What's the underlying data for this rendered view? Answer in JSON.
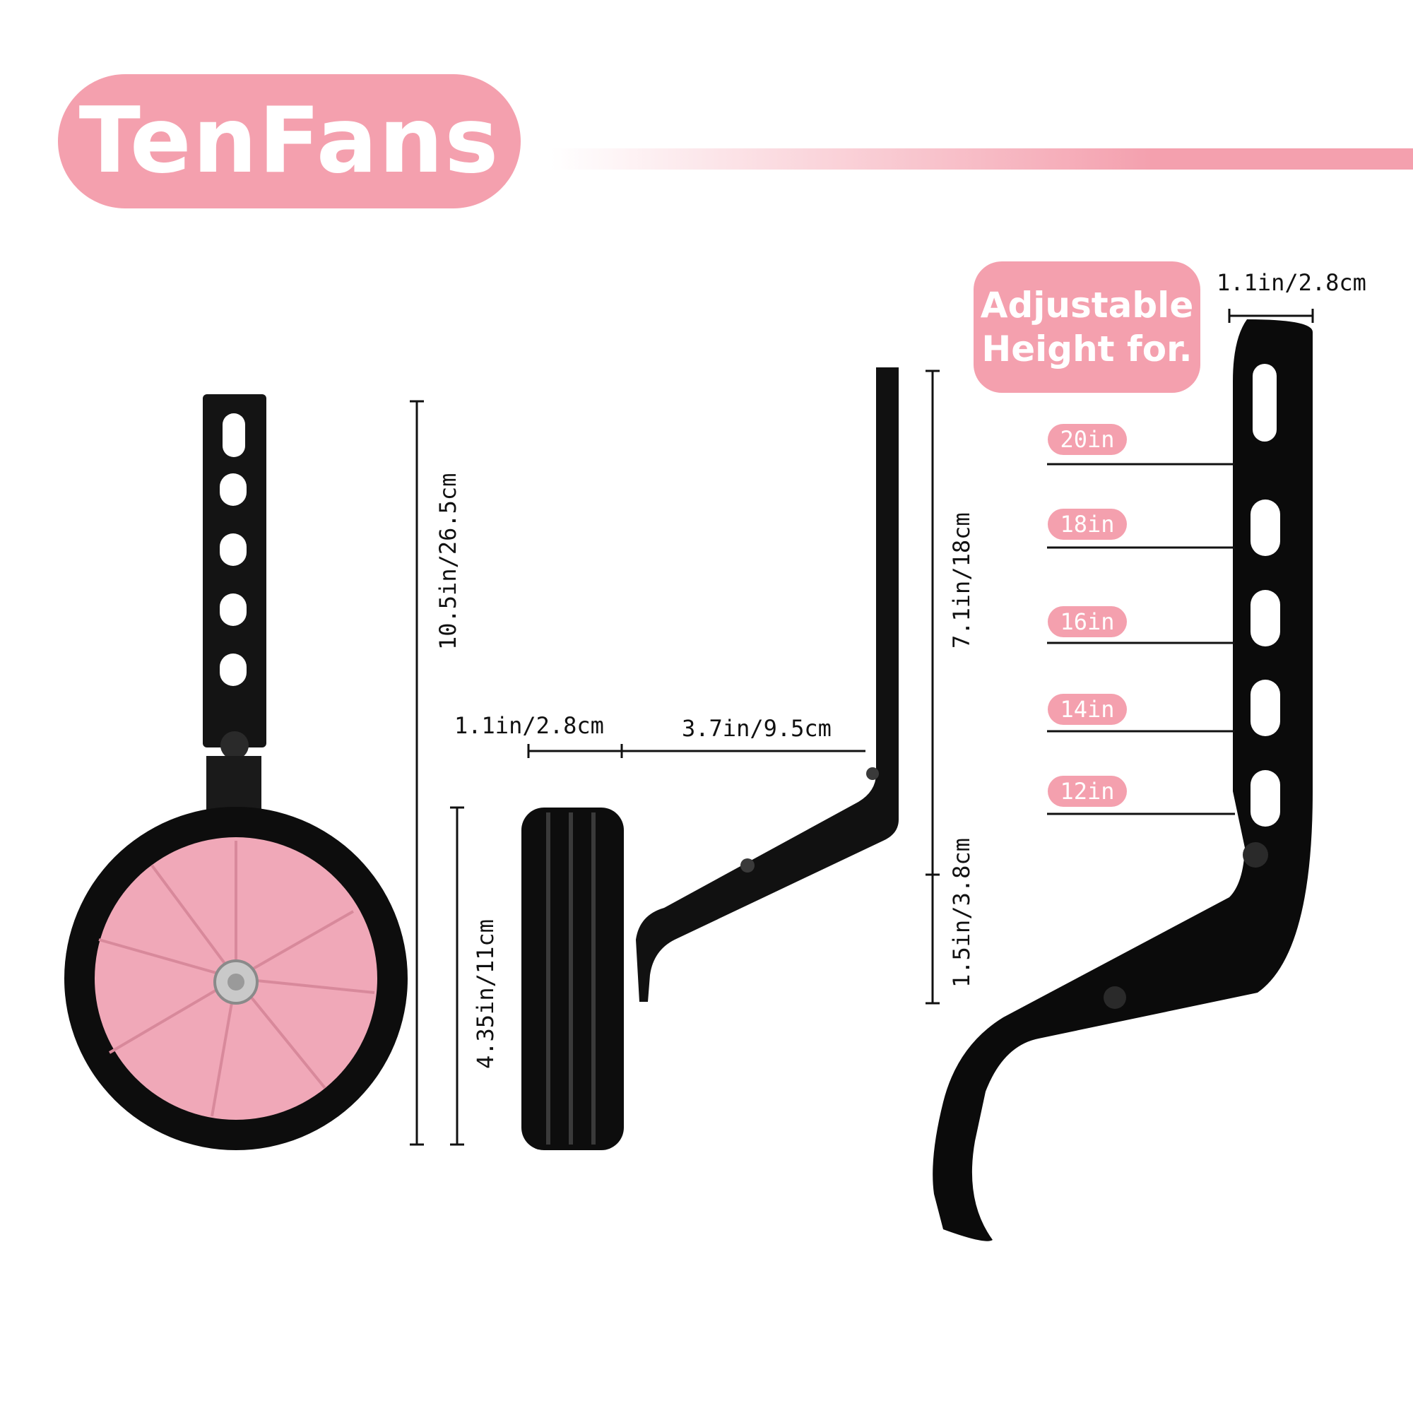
{
  "brand": {
    "name": "TenFans"
  },
  "adjustable": {
    "line1": "Adjustable",
    "line2": "Height for."
  },
  "sizes": [
    "20in",
    "18in",
    "16in",
    "14in",
    "12in"
  ],
  "dimensions": {
    "total_height": "10.5in/26.5cm",
    "wheel_diameter": "4.35in/11cm",
    "wheel_width": "1.1in/2.8cm",
    "arm_reach": "3.7in/9.5cm",
    "bracket_height": "7.1in/18cm",
    "bend_height": "1.5in/3.8cm",
    "bracket_width": "1.1in/2.8cm"
  },
  "colors": {
    "accent": "#f4a0ae",
    "hardware": "#111111",
    "hub": "#f0a8b8"
  }
}
